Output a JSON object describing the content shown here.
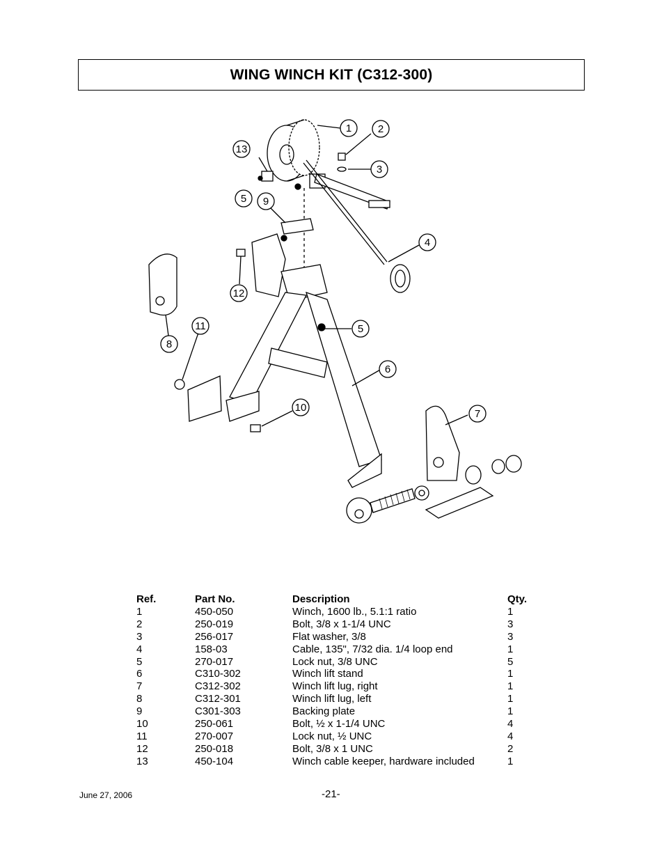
{
  "title": "WING WINCH KIT (C312-300)",
  "diagram": {
    "callouts": [
      "1",
      "2",
      "3",
      "4",
      "5",
      "6",
      "7",
      "8",
      "9",
      "10",
      "11",
      "12",
      "13",
      "5"
    ]
  },
  "parts_table": {
    "headers": {
      "ref": "Ref.",
      "part": "Part No.",
      "desc": "Description",
      "qty": "Qty."
    },
    "rows": [
      {
        "ref": "1",
        "part": "450-050",
        "desc": "Winch, 1600 lb., 5.1:1 ratio",
        "qty": "1"
      },
      {
        "ref": "2",
        "part": "250-019",
        "desc": "Bolt, 3/8 x 1-1/4 UNC",
        "qty": "3"
      },
      {
        "ref": "3",
        "part": "256-017",
        "desc": "Flat washer, 3/8",
        "qty": "3"
      },
      {
        "ref": "4",
        "part": "158-03",
        "desc": "Cable, 135\", 7/32 dia. 1/4 loop end",
        "qty": "1"
      },
      {
        "ref": "5",
        "part": "270-017",
        "desc": "Lock nut, 3/8 UNC",
        "qty": "5"
      },
      {
        "ref": "6",
        "part": "C310-302",
        "desc": "Winch lift stand",
        "qty": "1"
      },
      {
        "ref": "7",
        "part": "C312-302",
        "desc": "Winch lift lug, right",
        "qty": "1"
      },
      {
        "ref": "8",
        "part": "C312-301",
        "desc": "Winch lift lug, left",
        "qty": "1"
      },
      {
        "ref": "9",
        "part": "C301-303",
        "desc": "Backing plate",
        "qty": "1"
      },
      {
        "ref": "10",
        "part": "250-061",
        "desc": "Bolt, ½ x 1-1/4 UNC",
        "qty": "4"
      },
      {
        "ref": "11",
        "part": "270-007",
        "desc": "Lock nut, ½ UNC",
        "qty": "4"
      },
      {
        "ref": "12",
        "part": "250-018",
        "desc": "Bolt, 3/8 x 1 UNC",
        "qty": "2"
      },
      {
        "ref": "13",
        "part": "450-104",
        "desc": "Winch cable keeper, hardware included",
        "qty": "1"
      }
    ]
  },
  "footer": {
    "date": "June 27, 2006",
    "page": "-21-"
  }
}
